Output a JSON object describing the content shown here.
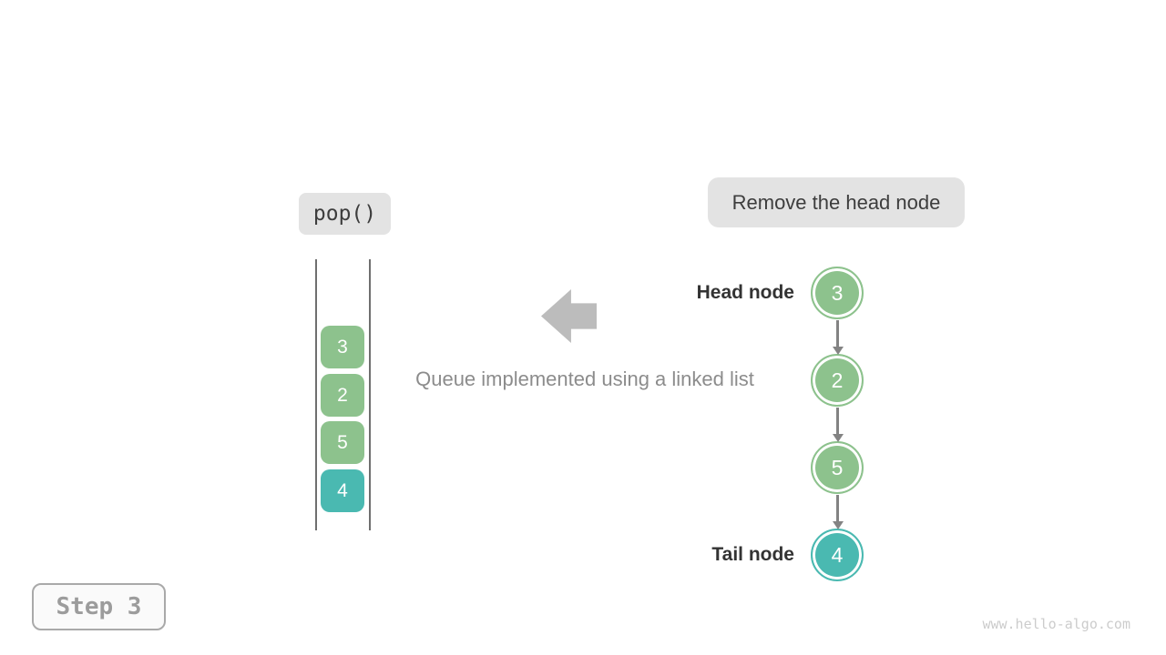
{
  "palette": {
    "green": "#8dc28d",
    "teal": "#4ab9b1",
    "gray_box": "#e3e3e3",
    "dark_text": "#3d3d3d",
    "gray_text": "#8c8c8c",
    "light_gray": "#bcbcbc",
    "line_gray": "#6f6f6f",
    "arrow_gray": "#838383",
    "step_text": "#9c9c9c",
    "watermark": "#cccccc"
  },
  "labels": {
    "operation": "pop()",
    "annotation": "Remove the head node",
    "caption": "Queue implemented using a linked list",
    "head_label": "Head node",
    "tail_label": "Tail node",
    "step_label": "Step 3",
    "watermark": "www.hello-algo.com"
  },
  "queue_array": {
    "items": [
      {
        "value": "3",
        "type": "green"
      },
      {
        "value": "2",
        "type": "green"
      },
      {
        "value": "5",
        "type": "green"
      },
      {
        "value": "4",
        "type": "teal"
      }
    ]
  },
  "linked_list": {
    "nodes": [
      {
        "value": "3",
        "type": "green",
        "role": "head"
      },
      {
        "value": "2",
        "type": "green",
        "role": ""
      },
      {
        "value": "5",
        "type": "green",
        "role": ""
      },
      {
        "value": "4",
        "type": "teal",
        "role": "tail"
      }
    ]
  }
}
